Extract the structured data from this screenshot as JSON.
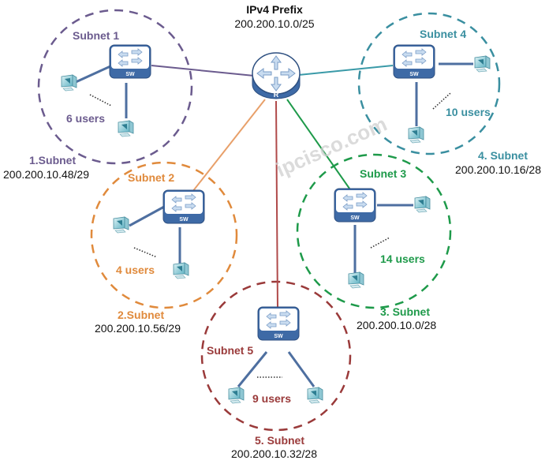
{
  "title": {
    "heading": "IPv4 Prefix",
    "prefix": "200.200.10.0/25"
  },
  "router": {
    "label": "R",
    "icon": "router-icon"
  },
  "watermark": "ipcisco.com",
  "switch_label": "SW",
  "subnets": [
    {
      "id": 1,
      "name": "Subnet 1",
      "users": "6 users",
      "caption": "1.Subnet",
      "address": "200.200.10.48/29",
      "color": "#6b5b8e"
    },
    {
      "id": 2,
      "name": "Subnet 2",
      "users": "4 users",
      "caption": "2.Subnet",
      "address": "200.200.10.56/29",
      "color": "#e08a3c"
    },
    {
      "id": 3,
      "name": "Subnet 3",
      "users": "14 users",
      "caption": "3. Subnet",
      "address": "200.200.10.0/28",
      "color": "#1e9a4a"
    },
    {
      "id": 4,
      "name": "Subnet 4",
      "users": "10 users",
      "caption": "4. Subnet",
      "address": "200.200.10.16/28",
      "color": "#3a8fa0"
    },
    {
      "id": 5,
      "name": "Subnet 5",
      "users": "9 users",
      "caption": "5. Subnet",
      "address": "200.200.10.32/28",
      "color": "#9a3a3a"
    }
  ],
  "colors": {
    "device_blue": "#3e6aa6",
    "link_blue": "#4e6fa0",
    "text_dark": "#111111"
  }
}
